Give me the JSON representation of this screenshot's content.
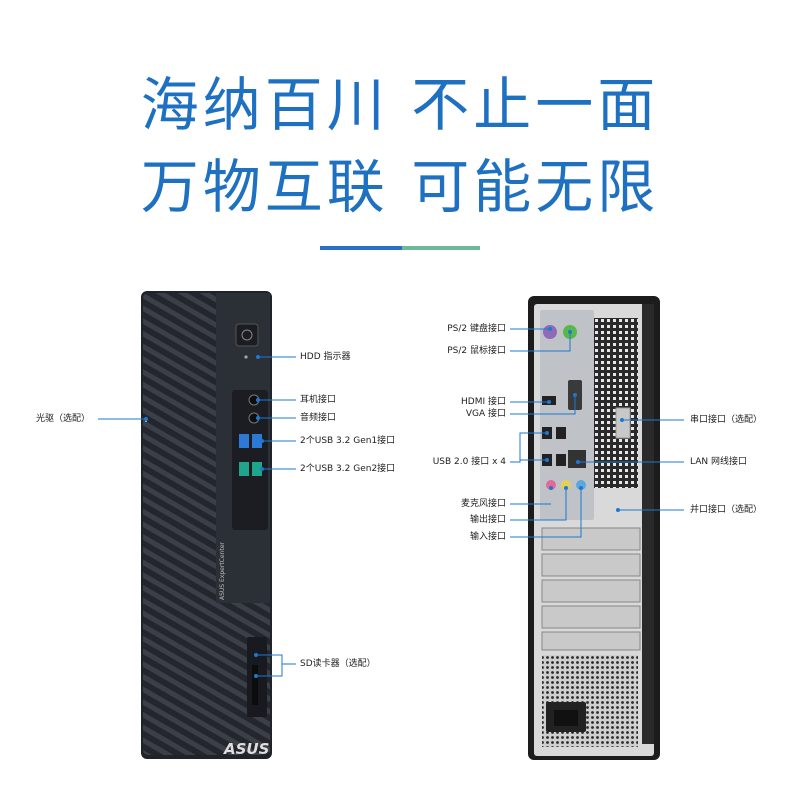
{
  "headline": {
    "line1": "海纳百川 不止一面",
    "line2": "万物互联 可能无限"
  },
  "front_labels": {
    "hdd": "HDD 指示器",
    "headphone": "耳机接口",
    "audio": "音频接口",
    "usb_gen1": "2个USB 3.2 Gen1接口",
    "usb_gen2": "2个USB 3.2 Gen2接口",
    "optical": "光驱（选配）",
    "sd": "SD读卡器（选配）"
  },
  "rear_labels": {
    "ps2_kb": "PS/2 键盘接口",
    "ps2_mouse": "PS/2 鼠标接口",
    "hdmi": "HDMI 接口",
    "vga": "VGA 接口",
    "usb20": "USB 2.0 接口 x 4",
    "mic": "麦克风接口",
    "line_out": "输出接口",
    "line_in": "输入接口",
    "serial": "串口接口（选配）",
    "lan": "LAN 网线接口",
    "parallel": "并口接口（选配）"
  },
  "product": {
    "brand": "ASUS",
    "side_text": "ASUS ExpertCenter"
  },
  "colors": {
    "headline": "#1e70c0",
    "accent_blue": "#2a6fc4",
    "accent_green": "#6bb99a",
    "pointer": "#1e78d2"
  }
}
